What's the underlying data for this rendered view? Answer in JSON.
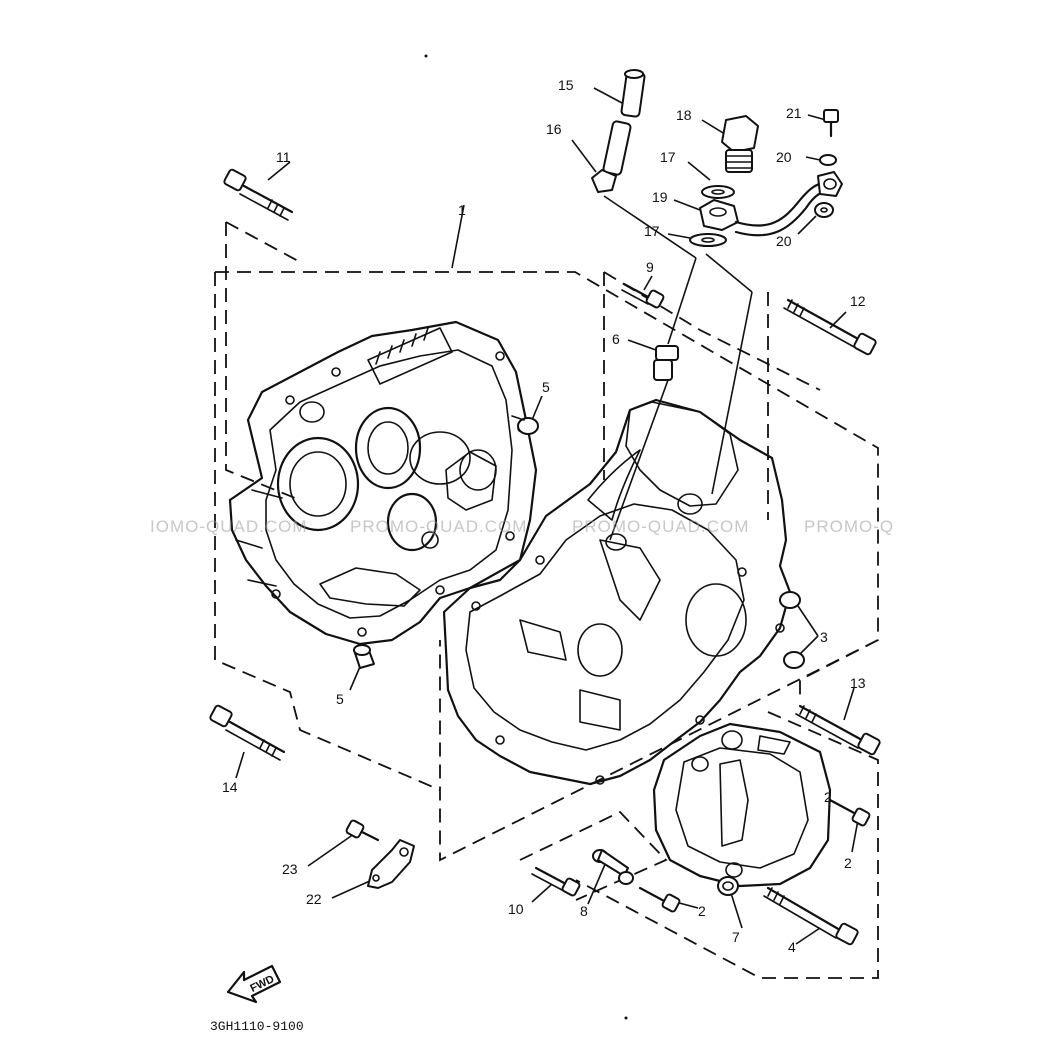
{
  "diagram": {
    "callouts": [
      "1",
      "2",
      "2",
      "2",
      "3",
      "4",
      "5",
      "5",
      "6",
      "7",
      "8",
      "9",
      "10",
      "11",
      "12",
      "13",
      "14",
      "15",
      "16",
      "17",
      "17",
      "18",
      "19",
      "20",
      "20",
      "21",
      "22",
      "23"
    ],
    "watermark": [
      "IOMO-QUAD.COM",
      "PROMO-QUAD.COM",
      "PROMO-QUAD.COM",
      "PROMO-Q"
    ],
    "fwd_label": "FWD",
    "part_code": "3GH1110-9100"
  }
}
